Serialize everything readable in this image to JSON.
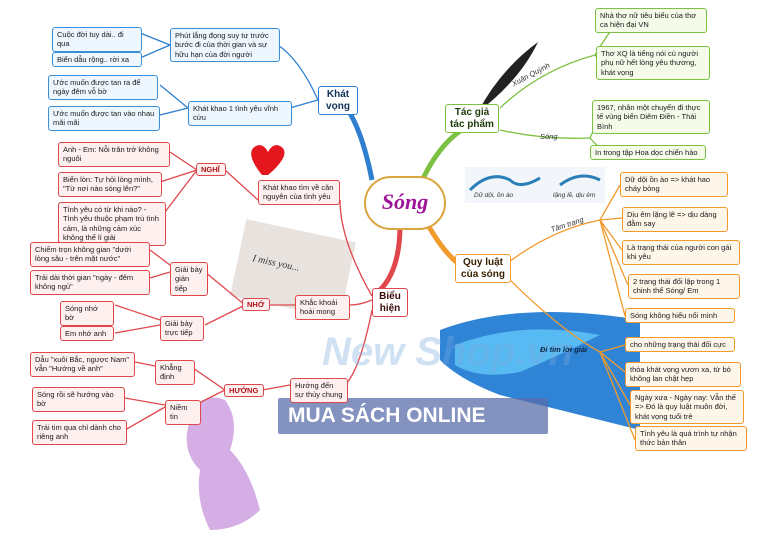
{
  "center": {
    "title": "Sóng"
  },
  "watermark": {
    "brand": "New Shop.vn",
    "banner": "MUA SÁCH ONLINE"
  },
  "colors": {
    "blue": "#2f7fd0",
    "red": "#e0474c",
    "green": "#7cc142",
    "orange": "#f39a2c",
    "center_text": "#a0149a"
  },
  "khat_vong": {
    "title": "Khát vọng",
    "phut_lang_dong": "Phút lắng đọng suy tư trước bước đi của thời gian và sự hữu hạn của đời người",
    "phut_items": [
      "Cuộc đời tuy dài.. đi qua",
      "Biển dẫu rộng.. rời xa"
    ],
    "khat_khao": "Khát khao 1 tình yêu vĩnh cửu",
    "khat_items": [
      "Ước muốn được tan ra để ngày đêm vỗ bờ",
      "Ước muốn được tan vào nhau mãi mãi"
    ]
  },
  "bieu_hien": {
    "title": "Biểu hiện",
    "nghi": {
      "label": "NGHĨ",
      "parent": "Khát khao tìm về căn nguyên của tình yêu",
      "items": [
        "Anh - Em: Nỗi trăn trở không nguôi",
        "Biển lòn: Tự hỏi lòng mình, \"Từ nơi nào sóng lên?\"",
        "Tình yêu có từ khi nào? - Tình yêu thuộc phạm trù tình cảm, là những cảm xúc không thể lí giải"
      ]
    },
    "nho": {
      "label": "NHỚ",
      "parent": "Khắc khoải hoài mong",
      "gian_tiep": "Giải bày gián tiếp",
      "gian_tiep_items": [
        "Chiếm trọn không gian \"dưới lòng sâu - trên mặt nước\"",
        "Trải dài thời gian \"ngày - đêm không ngủ\""
      ],
      "truc_tiep": "Giải bày trực tiếp",
      "truc_tiep_items": [
        "Sóng nhớ bờ",
        "Em nhớ anh"
      ]
    },
    "huong": {
      "label": "HƯỚNG",
      "parent": "Hướng đến sự thủy chung",
      "khang_dinh": "Khẳng định",
      "khang_dinh_item": "Dẫu \"xuôi Bắc, ngược Nam\" vẫn \"Hướng về anh\"",
      "niem_tin": "Niềm tin",
      "niem_tin_items": [
        "Sóng rồi sẽ hướng vào bờ",
        "Trái tim qua chỉ dành cho riêng anh"
      ]
    },
    "image_text": "I miss you..."
  },
  "tac_gia": {
    "title": "Tác giả tác phẩm",
    "xuan_quynh": "Xuân Quỳnh",
    "xq_items": [
      "Nhà thơ nữ tiêu biểu của thơ ca hiện đại VN",
      "Thơ XQ là tiếng nói củ người phụ nữ hết lòng yêu thương, khát vọng"
    ],
    "song_label": "Sóng",
    "song_items": [
      "1967, nhân một chuyến đi thực tế vùng biển Diêm Điền - Thái Bình",
      "In trong tập Hoa dọc chiến hào"
    ]
  },
  "quy_luat": {
    "title": "Quy luật của sóng",
    "tam_trang": "Tâm trạng",
    "wave_caption": [
      "Dữ dội, ồn ào",
      "lặng lẽ, dịu êm"
    ],
    "tam_items": [
      "Dữ dội ồn ào => khát hao cháy bỏng",
      "Dịu êm lặng lẽ => dịu dàng đằm say",
      "Là trạng thái của người con gái khi yêu",
      "2 trạng thái đối lập trong 1 chỉnh thể Sóng/ Em",
      "Sóng không hiểu nổi mình"
    ],
    "tim_loi_giai": "Đi tìm lời giải",
    "tim_items": [
      "cho những trạng thái đối cực",
      "thỏa khát vọng vươn xa, từ bỏ không lan chật hẹp",
      "Ngày xưa - Ngày nay: Vẫn thế => Đó là quy luật muôn đời, khát vọng tuổi trẻ",
      "Tình yêu là quá trình tự nhận thức bản thân"
    ]
  }
}
